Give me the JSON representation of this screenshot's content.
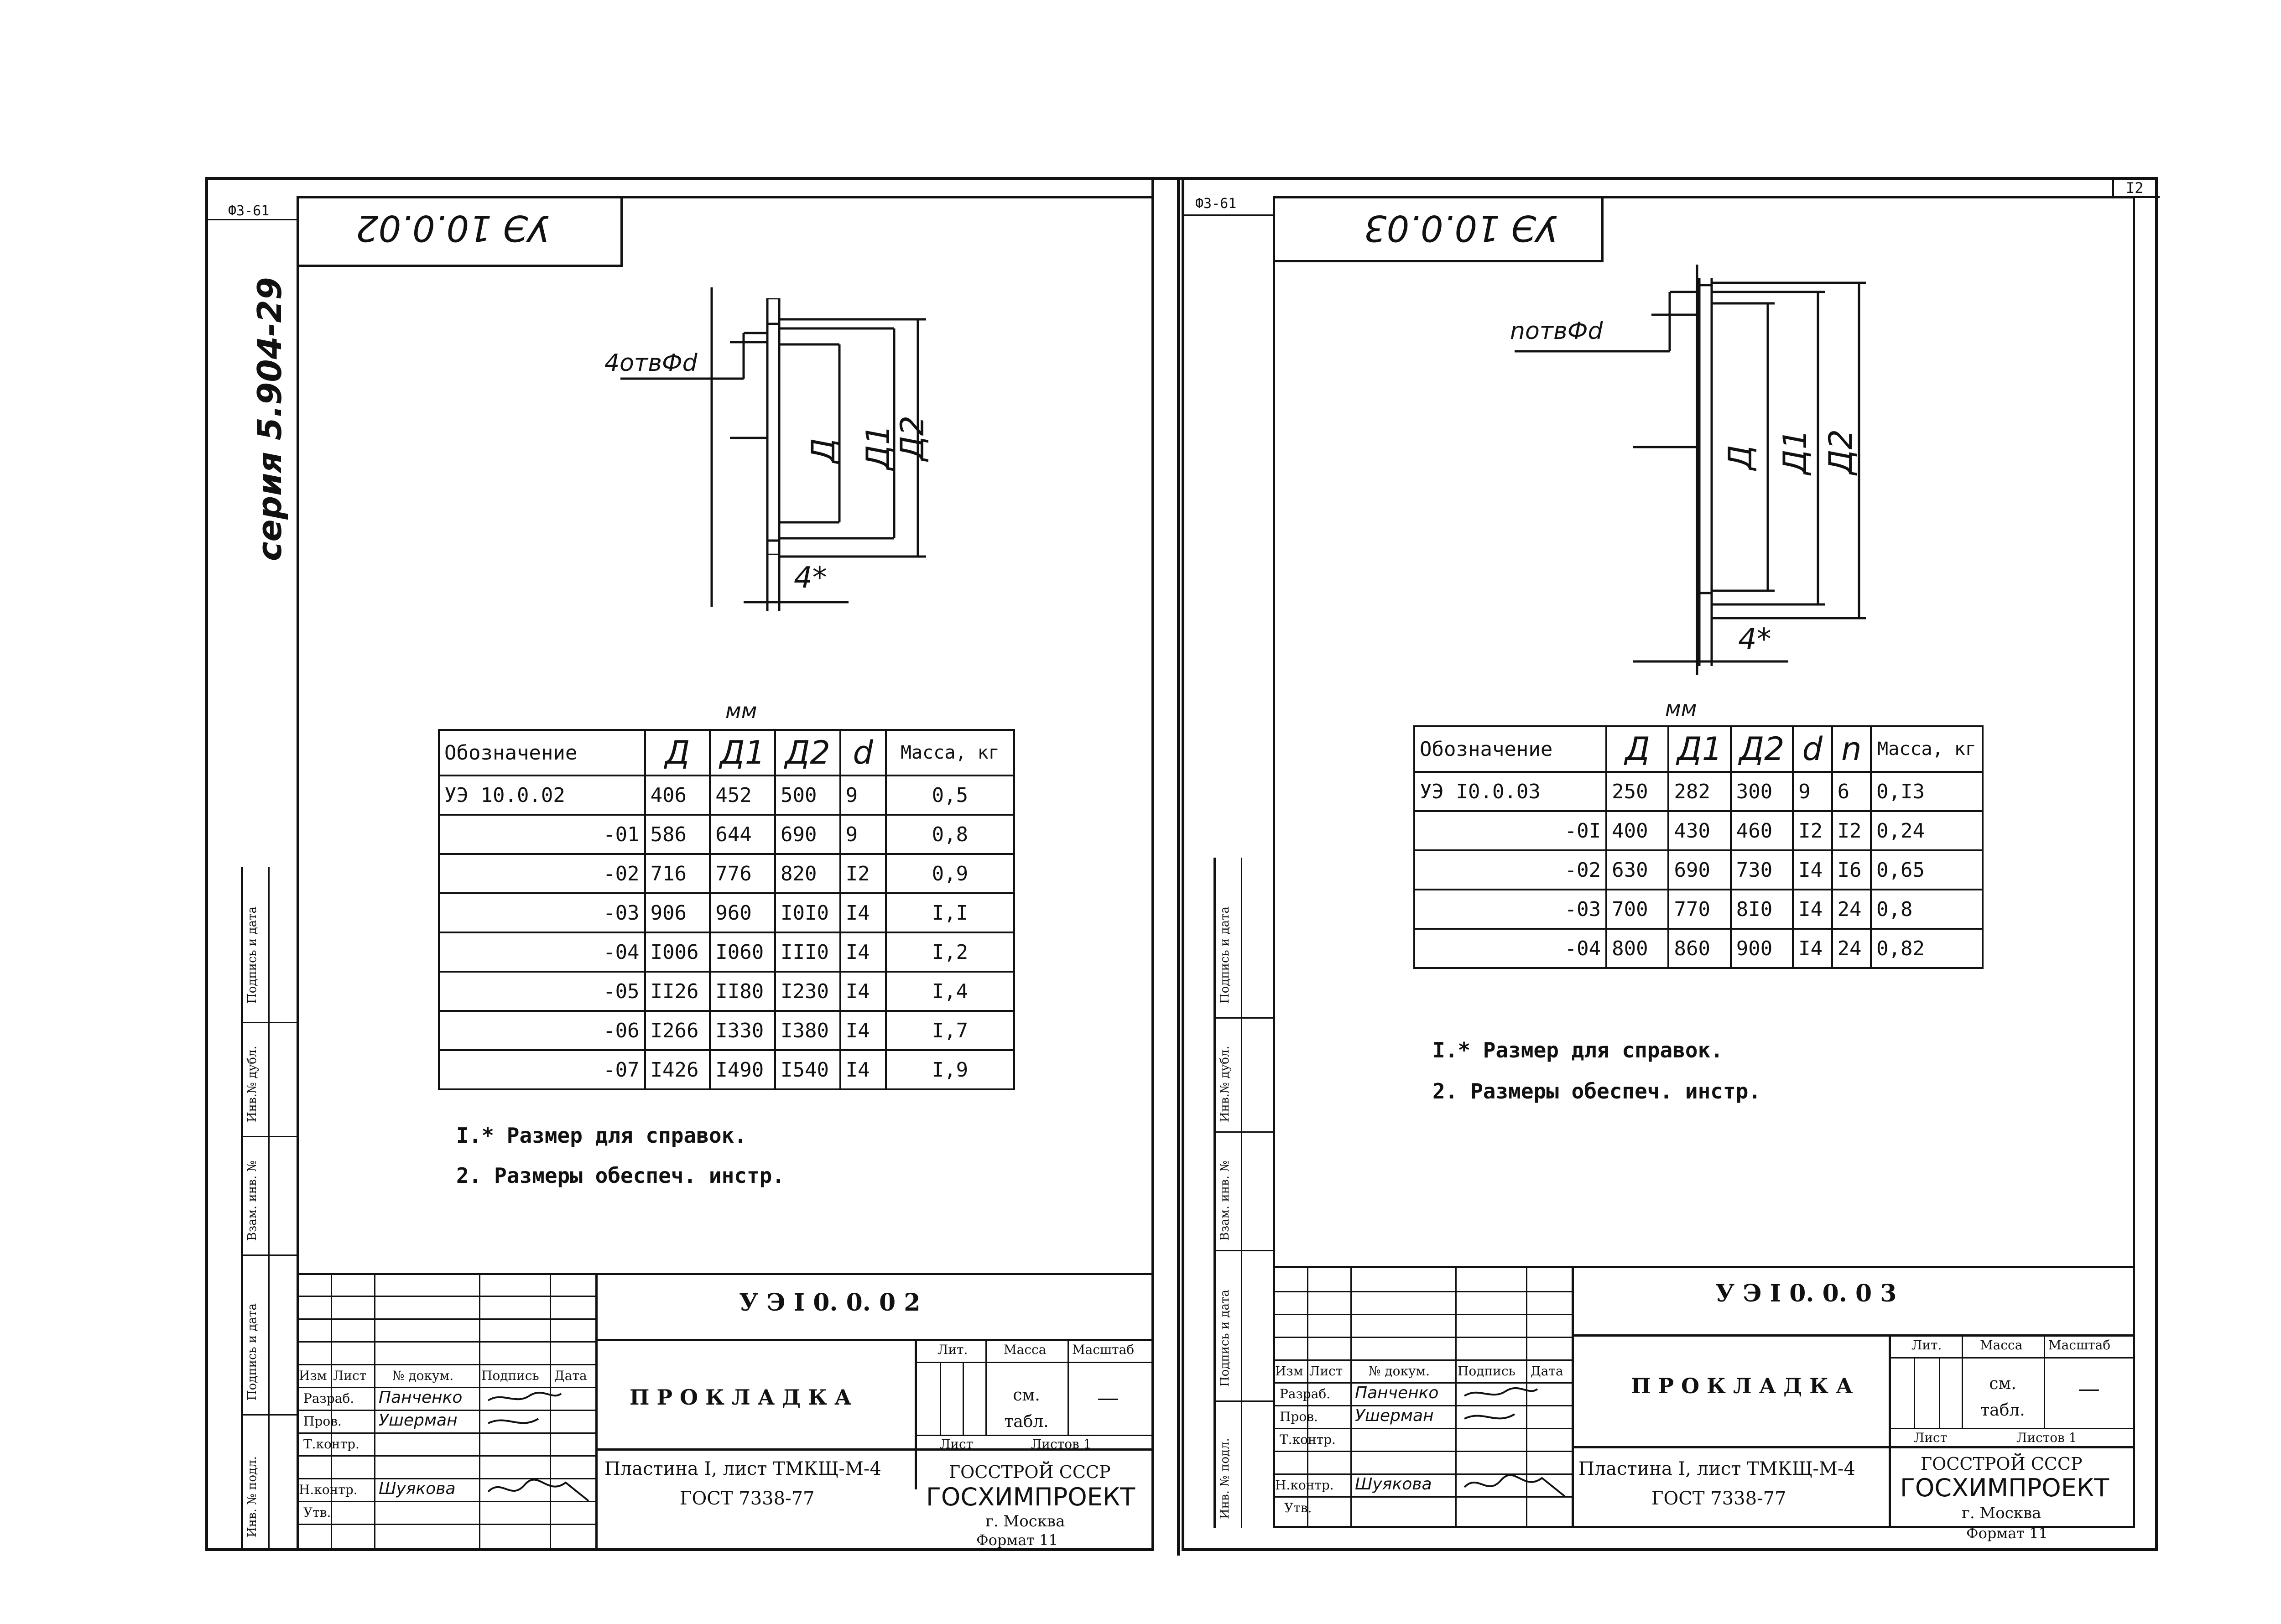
{
  "left_sheet": {
    "corner_format": "Ф3-61",
    "series": "серия 5.904-29",
    "mirrored_code": "УЭ 10.0.02",
    "callout": "4отвФd",
    "dim_labels": [
      "Д",
      "Д1",
      "Д2"
    ],
    "thickness": "4*",
    "units": "мм",
    "table": {
      "headers": [
        "Обозначение",
        "Д",
        "Д1",
        "Д2",
        "d",
        "Масса, кг"
      ],
      "rows": [
        [
          "УЭ 10.0.02",
          "406",
          "452",
          "500",
          "9",
          "0,5"
        ],
        [
          "-01",
          "586",
          "644",
          "690",
          "9",
          "0,8"
        ],
        [
          "-02",
          "716",
          "776",
          "820",
          "I2",
          "0,9"
        ],
        [
          "-03",
          "906",
          "960",
          "I0I0",
          "I4",
          "I,I"
        ],
        [
          "-04",
          "I006",
          "I060",
          "III0",
          "I4",
          "I,2"
        ],
        [
          "-05",
          "II26",
          "II80",
          "I230",
          "I4",
          "I,4"
        ],
        [
          "-06",
          "I266",
          "I330",
          "I380",
          "I4",
          "I,7"
        ],
        [
          "-07",
          "I426",
          "I490",
          "I540",
          "I4",
          "I,9"
        ]
      ]
    },
    "notes": [
      "I.* Размер для справок.",
      "2. Размеры обеспеч. инстр."
    ],
    "side_labels": [
      "Подпись и дата",
      "Инв.№ дубл.",
      "Взам. инв. №",
      "Подпись и дата",
      "Инв. № подл."
    ],
    "stamp": {
      "code": "У Э  I 0. 0. 0 2",
      "title": "П Р О К Л А Д К А",
      "material": "Пластина I, лист ТМКЩ-М-4",
      "gost": "ГОСТ 7338-77",
      "head_labels": [
        "Изм",
        "Лист",
        "№ докум.",
        "Подпись",
        "Дата"
      ],
      "roles": [
        "Разраб.",
        "Пров.",
        "Т.контр.",
        "",
        "Н.контр.",
        "Утв."
      ],
      "signatures": [
        "Панченко",
        "Ушерман",
        "",
        "",
        "Шуякова"
      ],
      "lit_label": "Лит.",
      "mass_label": "Масса",
      "scale_label": "Масштаб",
      "mass_value": "см. табл.",
      "scale_value": "—",
      "sheet_label": "Лист",
      "sheets_label": "Листов 1",
      "org1": "ГОССТРОЙ СССР",
      "org2": "ГОСХИМПРОЕКТ",
      "city": "г. Москва",
      "format": "Формат 11"
    }
  },
  "right_sheet": {
    "corner_format": "Ф3-61",
    "page_number": "I2",
    "mirrored_code": "УЭ 10.0.03",
    "callout": "nотвФd",
    "dim_labels": [
      "Д",
      "Д1",
      "Д2"
    ],
    "thickness": "4*",
    "units": "мм",
    "table": {
      "headers": [
        "Обозначение",
        "Д",
        "Д1",
        "Д2",
        "d",
        "n",
        "Масса, кг"
      ],
      "rows": [
        [
          "УЭ I0.0.03",
          "250",
          "282",
          "300",
          "9",
          "6",
          "0,I3"
        ],
        [
          "-0I",
          "400",
          "430",
          "460",
          "I2",
          "I2",
          "0,24"
        ],
        [
          "-02",
          "630",
          "690",
          "730",
          "I4",
          "I6",
          "0,65"
        ],
        [
          "-03",
          "700",
          "770",
          "8I0",
          "I4",
          "24",
          "0,8"
        ],
        [
          "-04",
          "800",
          "860",
          "900",
          "I4",
          "24",
          "0,82"
        ]
      ]
    },
    "notes": [
      "I.* Размер для справок.",
      "2. Размеры обеспеч. инстр."
    ],
    "side_labels": [
      "Подпись и дата",
      "Инв.№ дубл.",
      "Взам. инв. №",
      "Подпись и дата",
      "Инв. № подл."
    ],
    "stamp": {
      "code": "У Э  I 0. 0. 0 3",
      "title": "П Р О К Л А Д К А",
      "material": "Пластина I, лист ТМКЩ-М-4",
      "gost": "ГОСТ 7338-77",
      "head_labels": [
        "Изм",
        "Лист",
        "№ докум.",
        "Подпись",
        "Дата"
      ],
      "roles": [
        "Разраб.",
        "Пров.",
        "Т.контр.",
        "",
        "Н.контр.",
        "Утв."
      ],
      "signatures": [
        "Панченко",
        "Ушерман",
        "",
        "",
        "Шуякова"
      ],
      "lit_label": "Лит.",
      "mass_label": "Масса",
      "scale_label": "Масштаб",
      "mass_value": "см. табл.",
      "scale_value": "—",
      "sheet_label": "Лист",
      "sheets_label": "Листов 1",
      "org1": "ГОССТРОЙ СССР",
      "org2": "ГОСХИМПРОЕКТ",
      "city": "г. Москва",
      "format": "Формат 11"
    }
  }
}
